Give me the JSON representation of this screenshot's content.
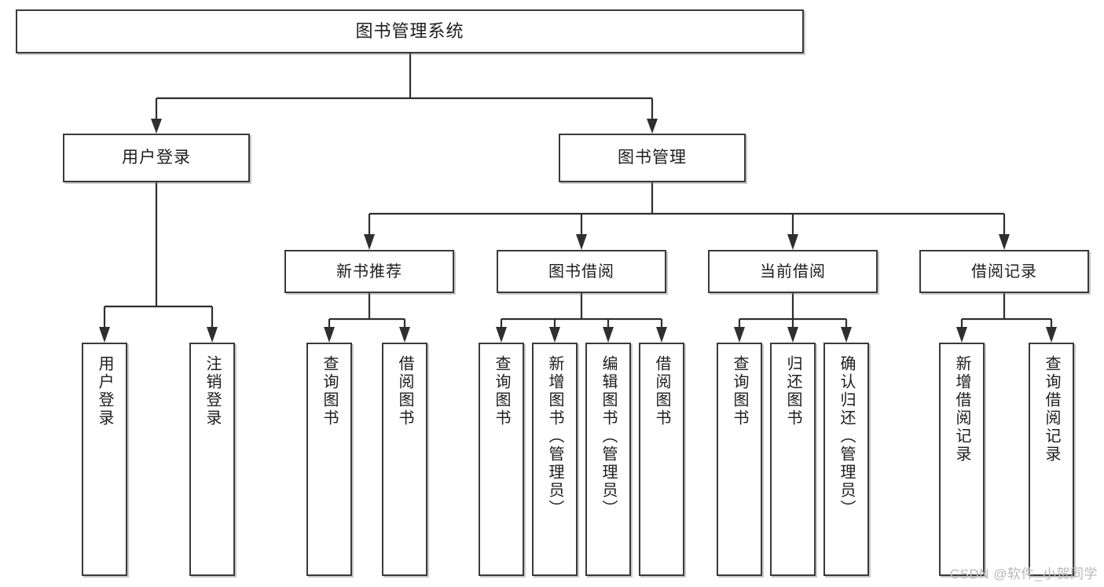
{
  "diagram": {
    "title": "图书管理系统",
    "type": "tree",
    "root": {
      "label": "图书管理系统"
    },
    "level2": [
      {
        "label": "用户登录"
      },
      {
        "label": "图书管理"
      }
    ],
    "level3": [
      {
        "label": "新书推荐"
      },
      {
        "label": "图书借阅"
      },
      {
        "label": "当前借阅"
      },
      {
        "label": "借阅记录"
      }
    ],
    "leaves": {
      "user_login": [
        {
          "label": "用户登录"
        },
        {
          "label": "注销登录"
        }
      ],
      "new_book_recommend": [
        {
          "label": "查询图书"
        },
        {
          "label": "借阅图书"
        }
      ],
      "book_borrow": [
        {
          "label": "查询图书"
        },
        {
          "label": "新增图书（管理员）"
        },
        {
          "label": "编辑图书（管理员）"
        },
        {
          "label": "借阅图书"
        }
      ],
      "current_borrow": [
        {
          "label": "查询图书"
        },
        {
          "label": "归还图书"
        },
        {
          "label": "确认归还（管理员）"
        }
      ],
      "borrow_record": [
        {
          "label": "新增借阅记录"
        },
        {
          "label": "查询借阅记录"
        }
      ]
    }
  },
  "watermark": {
    "text": "CSDN @软件_小贺同学"
  },
  "colors": {
    "border": "#3a3a3a",
    "connector": "#2f2f2f",
    "background": "#ffffff",
    "text": "#1d1d1d",
    "watermark": "#b9b9b9"
  }
}
